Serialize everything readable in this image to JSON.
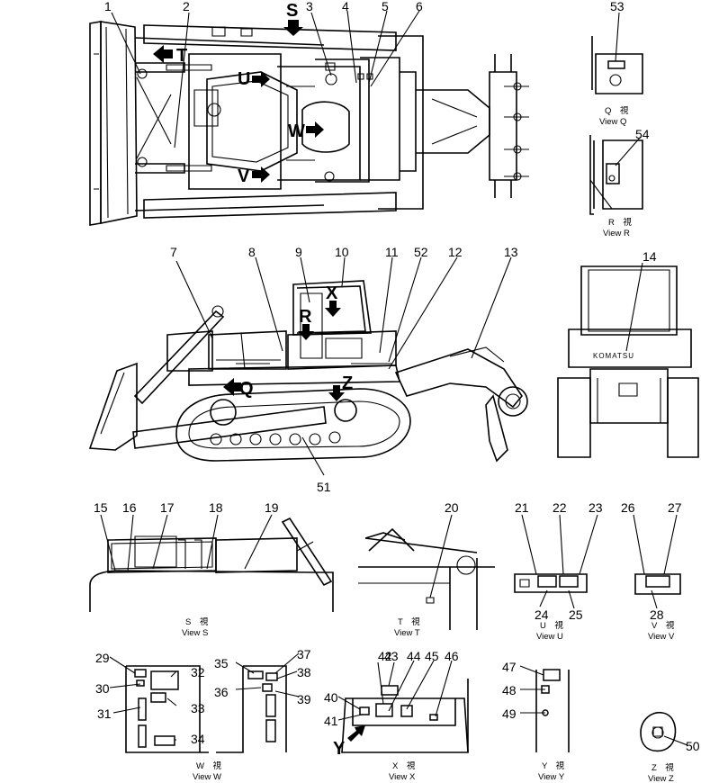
{
  "callouts": [
    "1",
    "2",
    "3",
    "4",
    "5",
    "6",
    "7",
    "8",
    "9",
    "10",
    "11",
    "12",
    "13",
    "14",
    "15",
    "16",
    "17",
    "18",
    "19",
    "20",
    "21",
    "22",
    "23",
    "24",
    "25",
    "26",
    "27",
    "28",
    "29",
    "30",
    "31",
    "32",
    "33",
    "34",
    "35",
    "36",
    "37",
    "38",
    "39",
    "40",
    "41",
    "42",
    "43",
    "44",
    "45",
    "46",
    "47",
    "48",
    "49",
    "50",
    "51",
    "52",
    "53",
    "54"
  ],
  "view_arrows": [
    "S",
    "T",
    "U",
    "V",
    "W",
    "Q",
    "R",
    "X",
    "Z",
    "Y"
  ],
  "brand_text": "KOMATSU",
  "views": {
    "Q": {
      "jp": "Q　視",
      "en": "View Q"
    },
    "R": {
      "jp": "R　視",
      "en": "View R"
    },
    "S": {
      "jp": "S　視",
      "en": "View S"
    },
    "T": {
      "jp": "T　視",
      "en": "View T"
    },
    "U": {
      "jp": "U　視",
      "en": "View U"
    },
    "V": {
      "jp": "V　視",
      "en": "View V"
    },
    "W": {
      "jp": "W　視",
      "en": "View W"
    },
    "X": {
      "jp": "X　視",
      "en": "View X"
    },
    "Y": {
      "jp": "Y　視",
      "en": "View Y"
    },
    "Z": {
      "jp": "Z　視",
      "en": "View Z"
    }
  }
}
